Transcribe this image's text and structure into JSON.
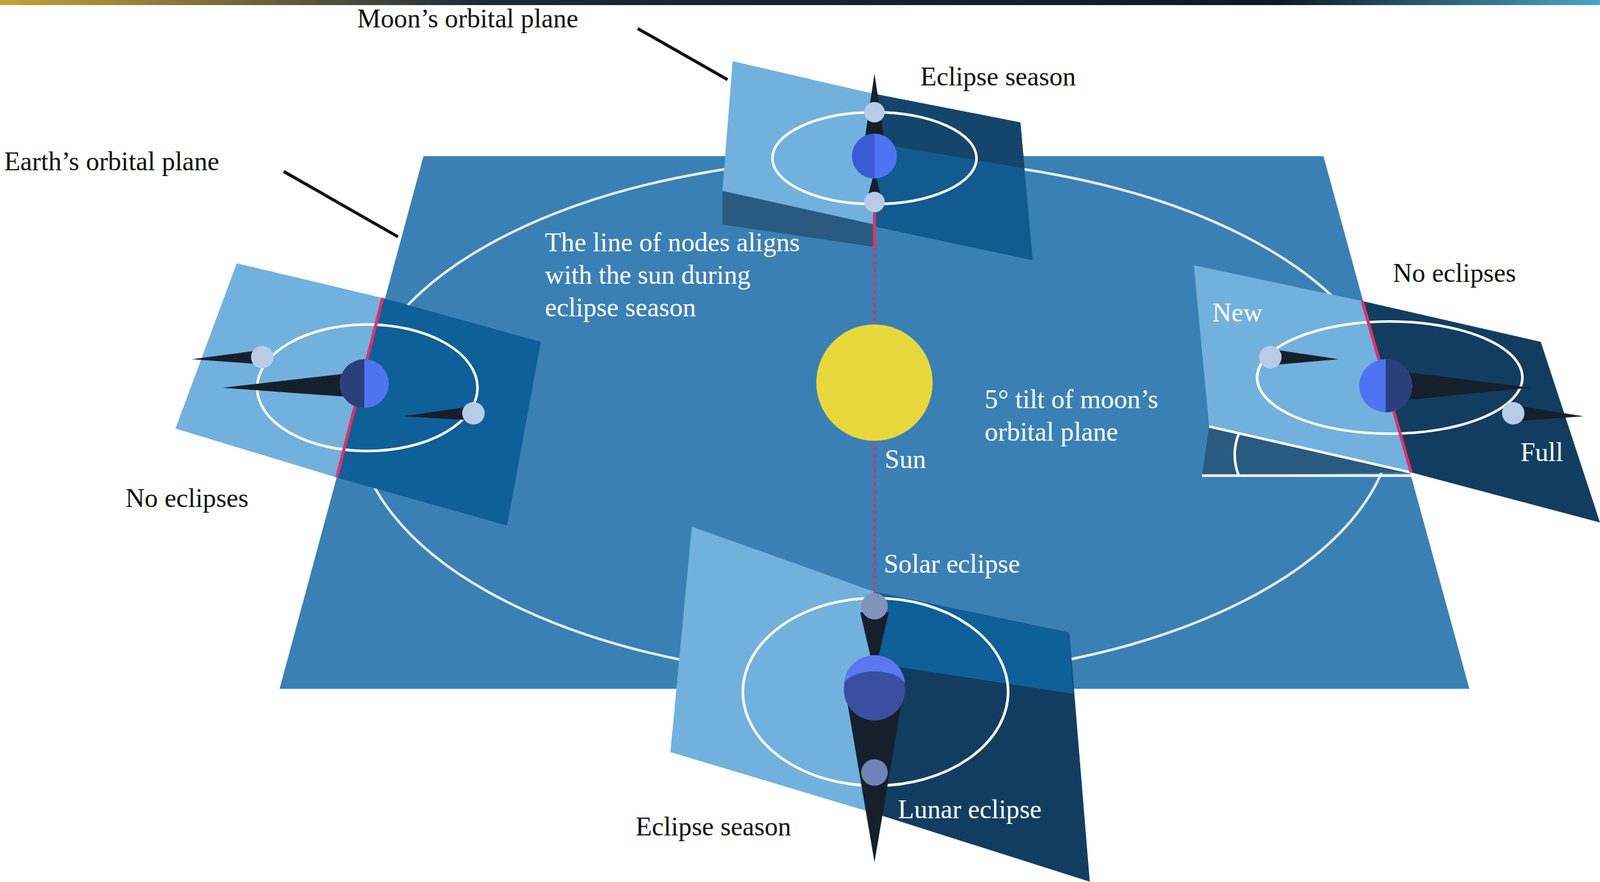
{
  "diagram": {
    "labels": [
      "Moon’s orbital plane",
      "Earth’s orbital plane",
      "Eclipse season",
      "The line of nodes aligns with the sun during eclipse season",
      "No eclipses",
      "New",
      "5° tilt of moon’s orbital plane",
      "Full",
      "Sun",
      "No eclipses",
      "Solar eclipse",
      "Lunar eclipse",
      "Eclipse season"
    ]
  }
}
